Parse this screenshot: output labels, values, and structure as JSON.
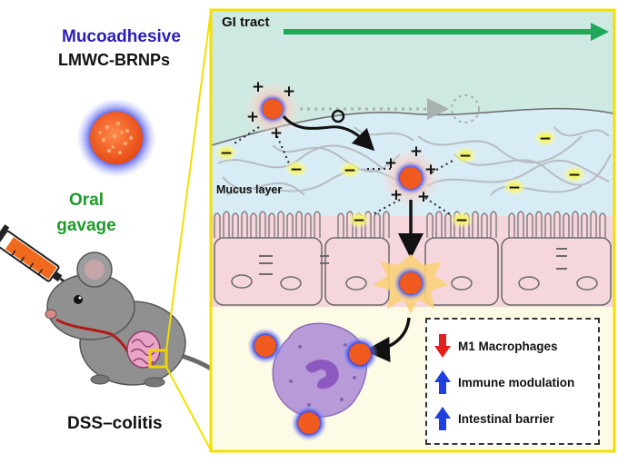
{
  "header": {
    "title_line1": "Mucoadhesive",
    "title_line2": "LMWC-BRNPs"
  },
  "administration": {
    "line1": "Oral",
    "line2": "gavage"
  },
  "model": {
    "label": "DSS–colitis"
  },
  "panel": {
    "gi_tract_label": "GI tract",
    "mucus_label": "Mucus layer"
  },
  "charges": {
    "positive_symbol": "+",
    "negative_symbol": "−"
  },
  "legend": {
    "items": [
      {
        "label": "M1 Macrophages",
        "direction": "down",
        "arrow_color": "#e0201b"
      },
      {
        "label": "Immune modulation",
        "direction": "up",
        "arrow_color": "#1f3fe0"
      },
      {
        "label": "Intestinal barrier",
        "direction": "up",
        "arrow_color": "#1f3fe0"
      }
    ]
  },
  "colors": {
    "panel_border": "#f2e000",
    "gi_arrow": "#1fa85a",
    "nanoparticle_core": "#f05a1e",
    "nanoparticle_halo": "#2b35d8",
    "mucus": "#d8ecf6",
    "epithelium": "#f5d6dc",
    "macrophage": "#b89ad8"
  }
}
